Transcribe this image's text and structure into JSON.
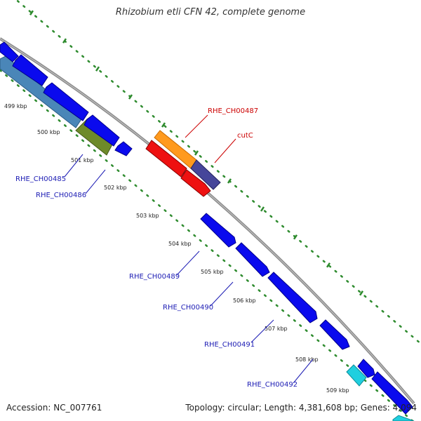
{
  "title": "Rhizobium etli CFN 42, complete genome",
  "footer": {
    "accession": "Accession: NC_007761",
    "stats": "Topology: circular; Length: 4,381,608 bp; Genes: 4,094"
  },
  "colors": {
    "backbone": "#8c8c8c",
    "tick_dots": "#2e8b2e",
    "label_blue": "#1c1cb4",
    "label_red": "#cc0000",
    "cds_blue": "#0a0aee",
    "steel": "#4a86b8",
    "olive": "#6e8a2a",
    "orange": "#ff9a1e",
    "indigo": "#46469a",
    "red": "#ee1111",
    "cyan": "#1fcfdf"
  },
  "ticks": [
    "499 kbp",
    "500 kbp",
    "501 kbp",
    "502 kbp",
    "503 kbp",
    "504 kbp",
    "505 kbp",
    "506 kbp",
    "507 kbp",
    "508 kbp",
    "509 kbp"
  ],
  "gene_labels": [
    {
      "id": "rhe-ch00485",
      "text": "RHE_CH00485",
      "color": "blue"
    },
    {
      "id": "rhe-ch00486",
      "text": "RHE_CH00486",
      "color": "blue"
    },
    {
      "id": "rhe-ch00487",
      "text": "RHE_CH00487",
      "color": "red"
    },
    {
      "id": "cutc",
      "text": "cutC",
      "color": "red"
    },
    {
      "id": "rhe-ch00489",
      "text": "RHE_CH00489",
      "color": "blue"
    },
    {
      "id": "rhe-ch00490",
      "text": "RHE_CH00490",
      "color": "blue"
    },
    {
      "id": "rhe-ch00491",
      "text": "RHE_CH00491",
      "color": "blue"
    },
    {
      "id": "rhe-ch00492",
      "text": "RHE_CH00492",
      "color": "blue"
    }
  ]
}
